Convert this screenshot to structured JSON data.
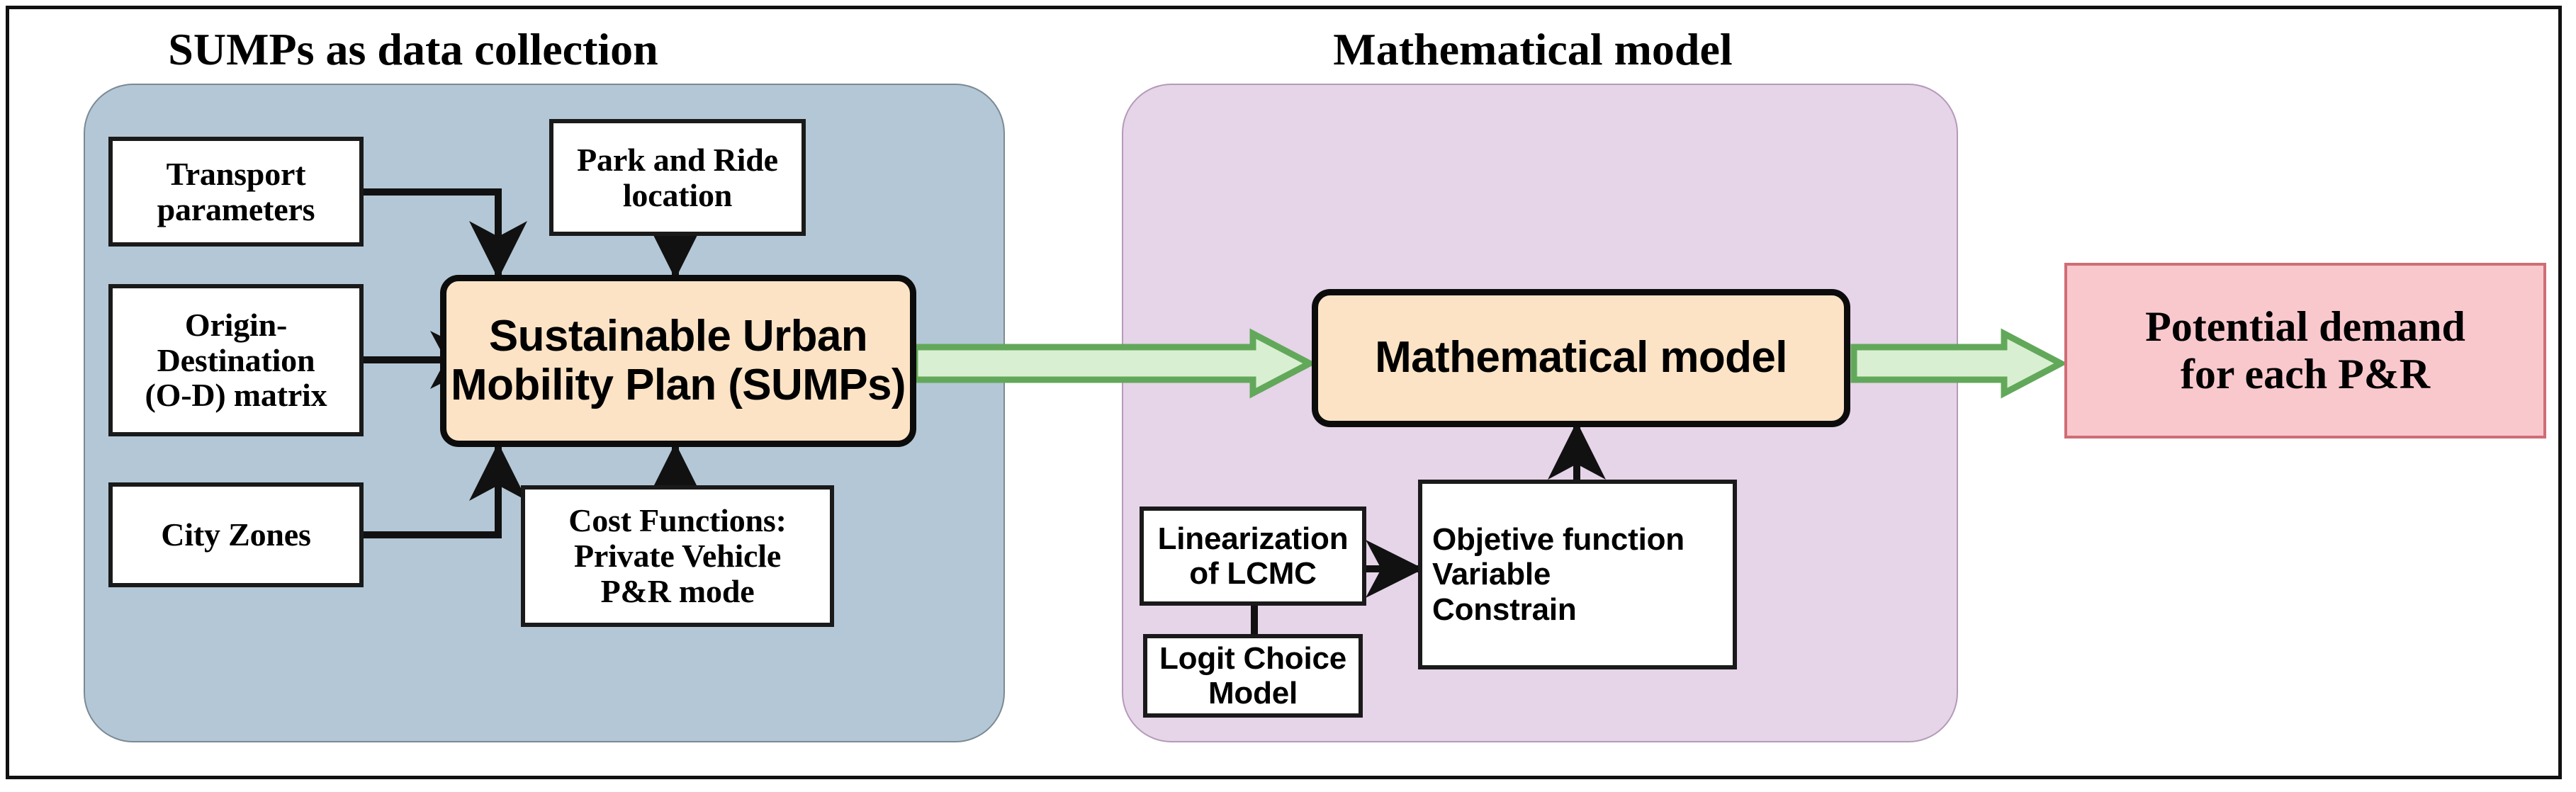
{
  "diagram": {
    "panels": [
      {
        "id": "sumps",
        "title": "SUMPs as data collection",
        "fill": "#b3c7d6"
      },
      {
        "id": "math",
        "title": "Mathematical model",
        "fill": "#e6d4e8"
      }
    ],
    "boxes": {
      "transport_parameters": "Transport\nparameters",
      "origin_destination": "Origin-\nDestination\n(O-D) matrix",
      "city_zones": "City Zones",
      "park_and_ride": "Park and Ride\nlocation",
      "cost_functions": "Cost Functions:\nPrivate Vehicle\nP&R mode",
      "sumps_core": "Sustainable Urban\nMobility Plan (SUMPs)",
      "math_core": "Mathematical model",
      "linearization": "Linearization\nof LCMC",
      "logit_choice": "Logit Choice\nModel",
      "objective": "Objetive function\nVariable\nConstrain",
      "potential_demand": "Potential demand\nfor each P&R"
    },
    "colors": {
      "panel_sumps": "#b3c7d6",
      "panel_math": "#e6d4e8",
      "rounded_box_fill": "#fce3c5",
      "demand_fill": "#f9c8cc",
      "demand_border": "#cf6d76",
      "flow_arrow_fill": "#d9efd2",
      "flow_arrow_stroke": "#62a85a",
      "connector": "#111111"
    },
    "flow_arrows": [
      {
        "name": "sumps-to-math",
        "from": "sumps_core",
        "to": "math_core"
      },
      {
        "name": "math-to-demand",
        "from": "math_core",
        "to": "potential_demand"
      }
    ]
  }
}
